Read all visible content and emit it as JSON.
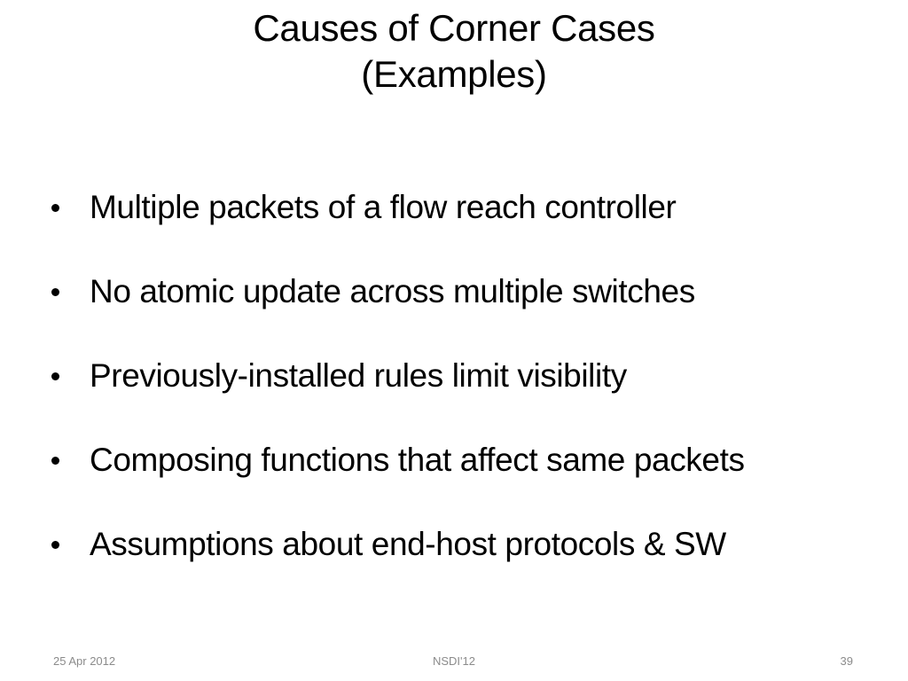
{
  "title": {
    "line1": "Causes of Corner Cases",
    "line2": "(Examples)"
  },
  "bullets": [
    "Multiple packets of a flow reach controller",
    "No atomic update across multiple switches",
    "Previously-installed rules limit visibility",
    "Composing functions that affect same packets",
    "Assumptions about end-host protocols & SW"
  ],
  "footer": {
    "date": "25 Apr 2012",
    "center": "NSDI'12",
    "page_number": "39"
  },
  "colors": {
    "text": "#000000",
    "footer_text": "#8b8b8b",
    "background": "#ffffff"
  }
}
